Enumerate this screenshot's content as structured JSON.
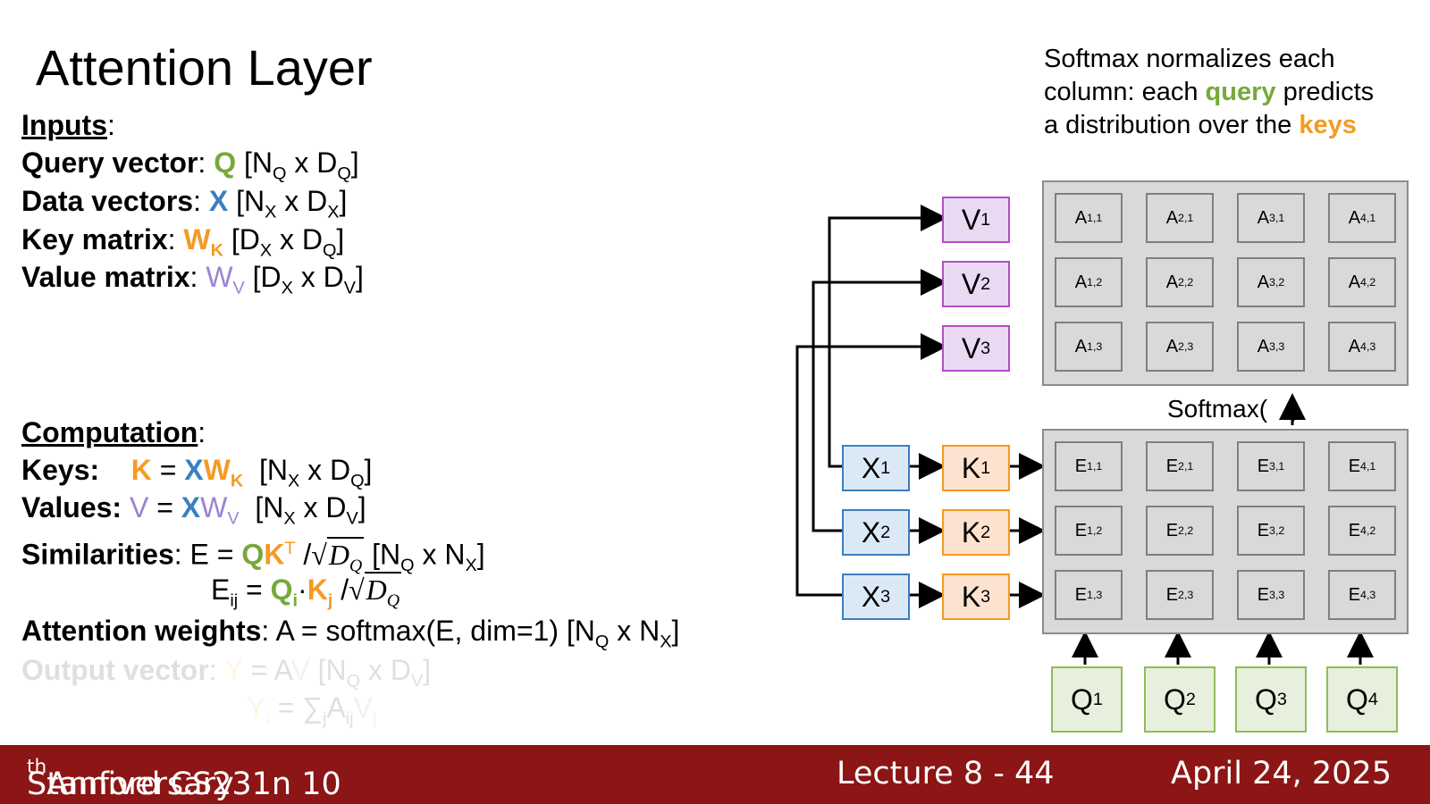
{
  "slide": {
    "title": "Attention Layer",
    "inputs": {
      "header": "Inputs",
      "query": {
        "label": "Query vector",
        "sym": "Q",
        "dims": "[N",
        "q1": "Q",
        "mid": " x D",
        "q2": "Q",
        "end": "]"
      },
      "data": {
        "label": "Data vectors",
        "sym": "X",
        "dims": "[N",
        "q1": "X",
        "mid": " x D",
        "q2": "X",
        "end": "]"
      },
      "key": {
        "label": "Key matrix",
        "sym": "W",
        "sub": "K",
        "dims": "[D",
        "q1": "X",
        "mid": " x D",
        "q2": "Q",
        "end": "]"
      },
      "value": {
        "label": "Value matrix",
        "sym": "W",
        "sub": "V",
        "dims": "[D",
        "q1": "X",
        "mid": " x D",
        "q2": "V",
        "end": "]"
      }
    },
    "computation": {
      "header": "Computation",
      "keys_label": "Keys:",
      "values_label": "Values:",
      "similarities_label": "Similarities",
      "similarities_formula": "E = ",
      "sim_qk": "QK",
      "sim_T": "T",
      "sim_div": " /",
      "sqrt_text": "D",
      "sqrt_sub": "Q",
      "elementwise": "E",
      "elementwise_sub": "ij",
      "attention_label": "Attention weights",
      "attention_formula": ": A = softmax(E, dim=1)  [N",
      "attention_end": "]",
      "output_label": "Output vector",
      "output_formula_sym": "Y",
      "output_formula": " = A",
      "output_v": "V",
      "output_dims": " [N",
      "output_elem": "Y",
      "output_elem_sub": "i",
      "output_elem_rest": " = ∑",
      "output_sum_sub": "j",
      "output_a": "A",
      "output_a_sub": "ij",
      "output_v2": "V",
      "output_v2_sub": "j"
    },
    "note": {
      "line1": "Softmax normalizes each",
      "line2_a": "column: each ",
      "line2_b": "query",
      "line2_c": " predicts",
      "line3_a": "a distribution over the ",
      "line3_b": "keys"
    },
    "softmax_label": "Softmax(",
    "softmax_end": ")",
    "attention_matrix": [
      [
        "A1,1",
        "A2,1",
        "A3,1",
        "A4,1"
      ],
      [
        "A1,2",
        "A2,2",
        "A3,2",
        "A4,2"
      ],
      [
        "A1,3",
        "A2,3",
        "A3,3",
        "A4,3"
      ]
    ],
    "similarity_matrix": [
      [
        "E1,1",
        "E2,1",
        "E3,1",
        "E4,1"
      ],
      [
        "E1,2",
        "E2,2",
        "E3,2",
        "E4,2"
      ],
      [
        "E1,3",
        "E2,3",
        "E3,3",
        "E4,3"
      ]
    ],
    "v_boxes": [
      "V1",
      "V2",
      "V3"
    ],
    "x_boxes": [
      "X1",
      "X2",
      "X3"
    ],
    "k_boxes": [
      "K1",
      "K2",
      "K3"
    ],
    "q_boxes": [
      "Q1",
      "Q2",
      "Q3",
      "Q4"
    ],
    "colors": {
      "query": "#77a93a",
      "data": "#3a7fbf",
      "key": "#f59a23",
      "value": "#9b84d1",
      "footer": "#8c1515"
    }
  },
  "footer": {
    "course": "Stanford CS231n 10",
    "course_sup": "th",
    "course_end": " Anniversary",
    "lecture": "Lecture 8 -  44",
    "date": "April 24, 2025"
  }
}
